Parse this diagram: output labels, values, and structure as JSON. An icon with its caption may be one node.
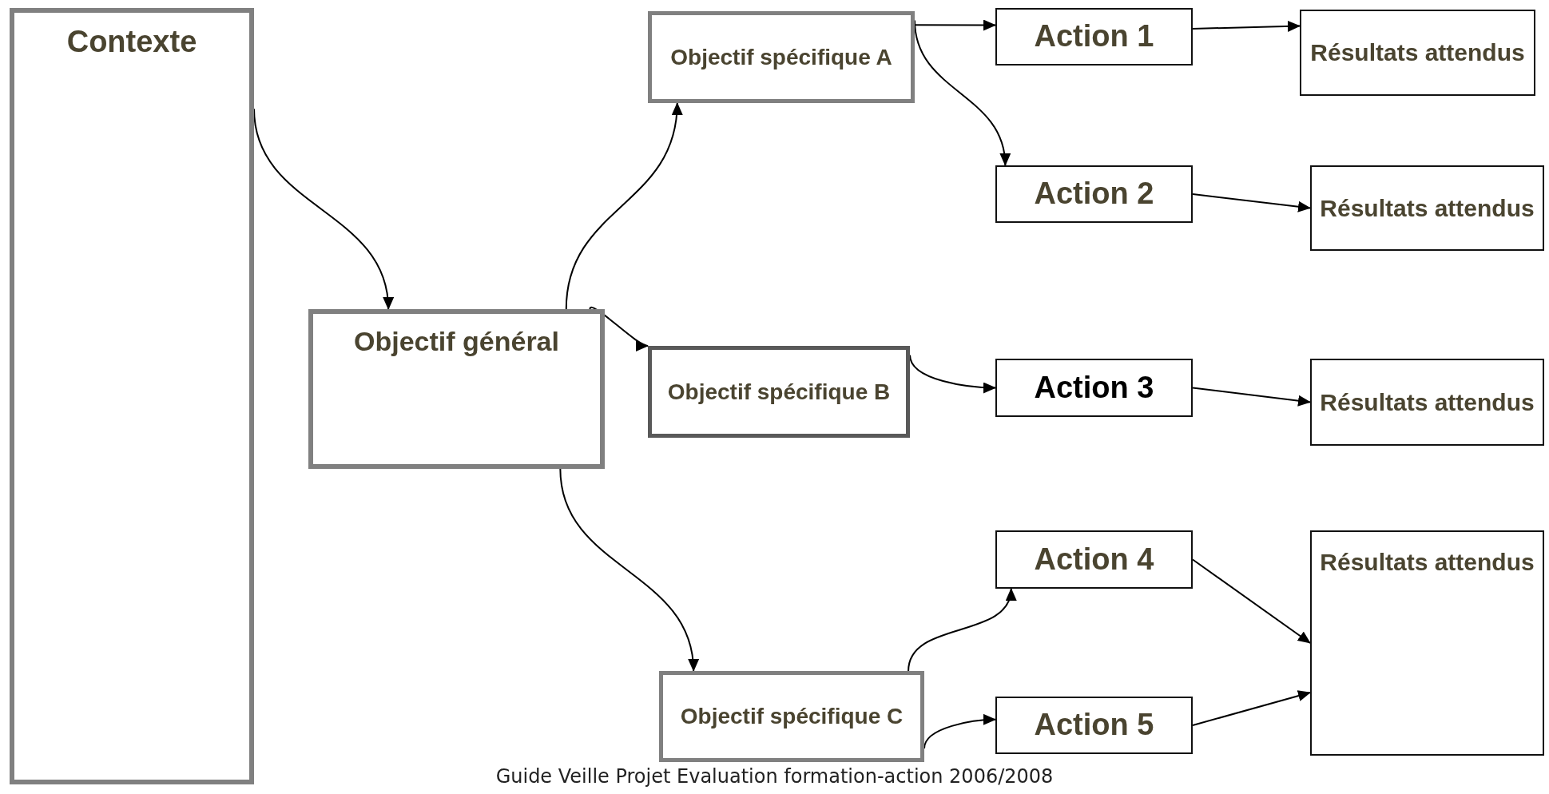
{
  "diagram": {
    "caption": "Guide Veille Projet Evaluation formation-action 2006/2008",
    "nodes": [
      {
        "text": [
          "Contexte"
        ]
      },
      {
        "text": [
          "Objectif général"
        ]
      },
      {
        "text": [
          "Objectif spécifique A"
        ]
      },
      {
        "text": [
          "Objectif spécifique B"
        ]
      },
      {
        "text": [
          "Objectif spécifique C"
        ]
      },
      {
        "text": [
          "Action 1"
        ]
      },
      {
        "text": [
          "Action 2"
        ]
      },
      {
        "text": [
          "Action 3"
        ]
      },
      {
        "text": [
          "Action 4"
        ]
      },
      {
        "text": [
          "Action 5"
        ]
      },
      {
        "text": [
          "Résultats attendus"
        ]
      },
      {
        "text": [
          "Résultats attendus"
        ]
      },
      {
        "text": [
          "Résultats attendus"
        ]
      },
      {
        "text": [
          "Résultats attendus"
        ]
      }
    ],
    "edges": [
      {
        "from": 0,
        "to": 1,
        "arrow": "to"
      },
      {
        "from": 1,
        "to": 2,
        "arrow": "to"
      },
      {
        "from": 1,
        "to": 3,
        "arrow": "to"
      },
      {
        "from": 1,
        "to": 4,
        "arrow": "to"
      },
      {
        "from": 2,
        "to": 5,
        "arrow": "to"
      },
      {
        "from": 2,
        "to": 6,
        "arrow": "to"
      },
      {
        "from": 3,
        "to": 7,
        "arrow": "to"
      },
      {
        "from": 4,
        "to": 8,
        "arrow": "to"
      },
      {
        "from": 4,
        "to": 9,
        "arrow": "to"
      },
      {
        "from": 5,
        "to": 10,
        "arrow": "to"
      },
      {
        "from": 6,
        "to": 11,
        "arrow": "to"
      },
      {
        "from": 7,
        "to": 12,
        "arrow": "to"
      },
      {
        "from": 8,
        "to": 13,
        "arrow": "to"
      },
      {
        "from": 9,
        "to": 13,
        "arrow": "to"
      }
    ]
  }
}
